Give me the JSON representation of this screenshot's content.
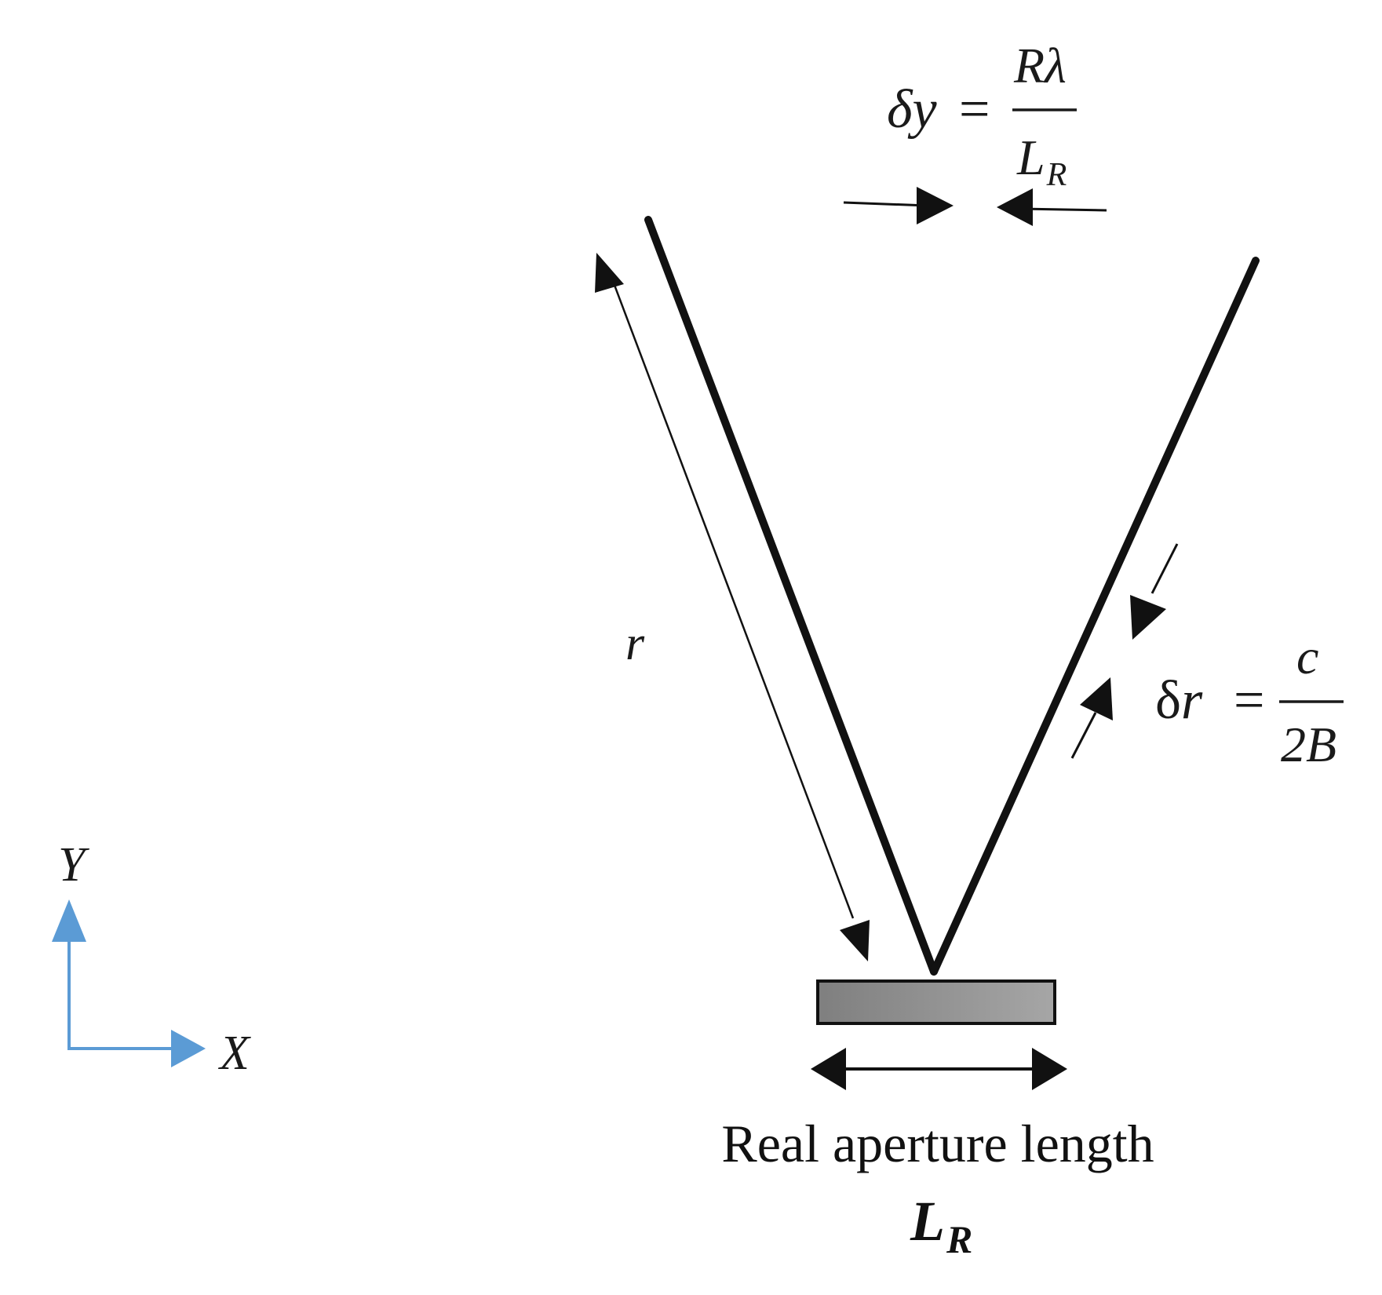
{
  "formulas": {
    "azimuth_resolution": {
      "lhs": "δy",
      "equals": "=",
      "numerator": "Rλ",
      "denominator_main": "L",
      "denominator_sub": "R"
    },
    "range_resolution": {
      "lhs_delta": "δ",
      "lhs_var": "r",
      "equals": "=",
      "numerator": "c",
      "denominator": "2B"
    }
  },
  "labels": {
    "range": "r",
    "caption_line1": "Real aperture length",
    "caption_main": "L",
    "caption_sub": "R"
  },
  "axes": {
    "y_label": "Y",
    "x_label": "X",
    "color": "#5b9bd5"
  },
  "antenna": {
    "fill_start": "#7f7f7f",
    "fill_end": "#a6a6a6"
  }
}
